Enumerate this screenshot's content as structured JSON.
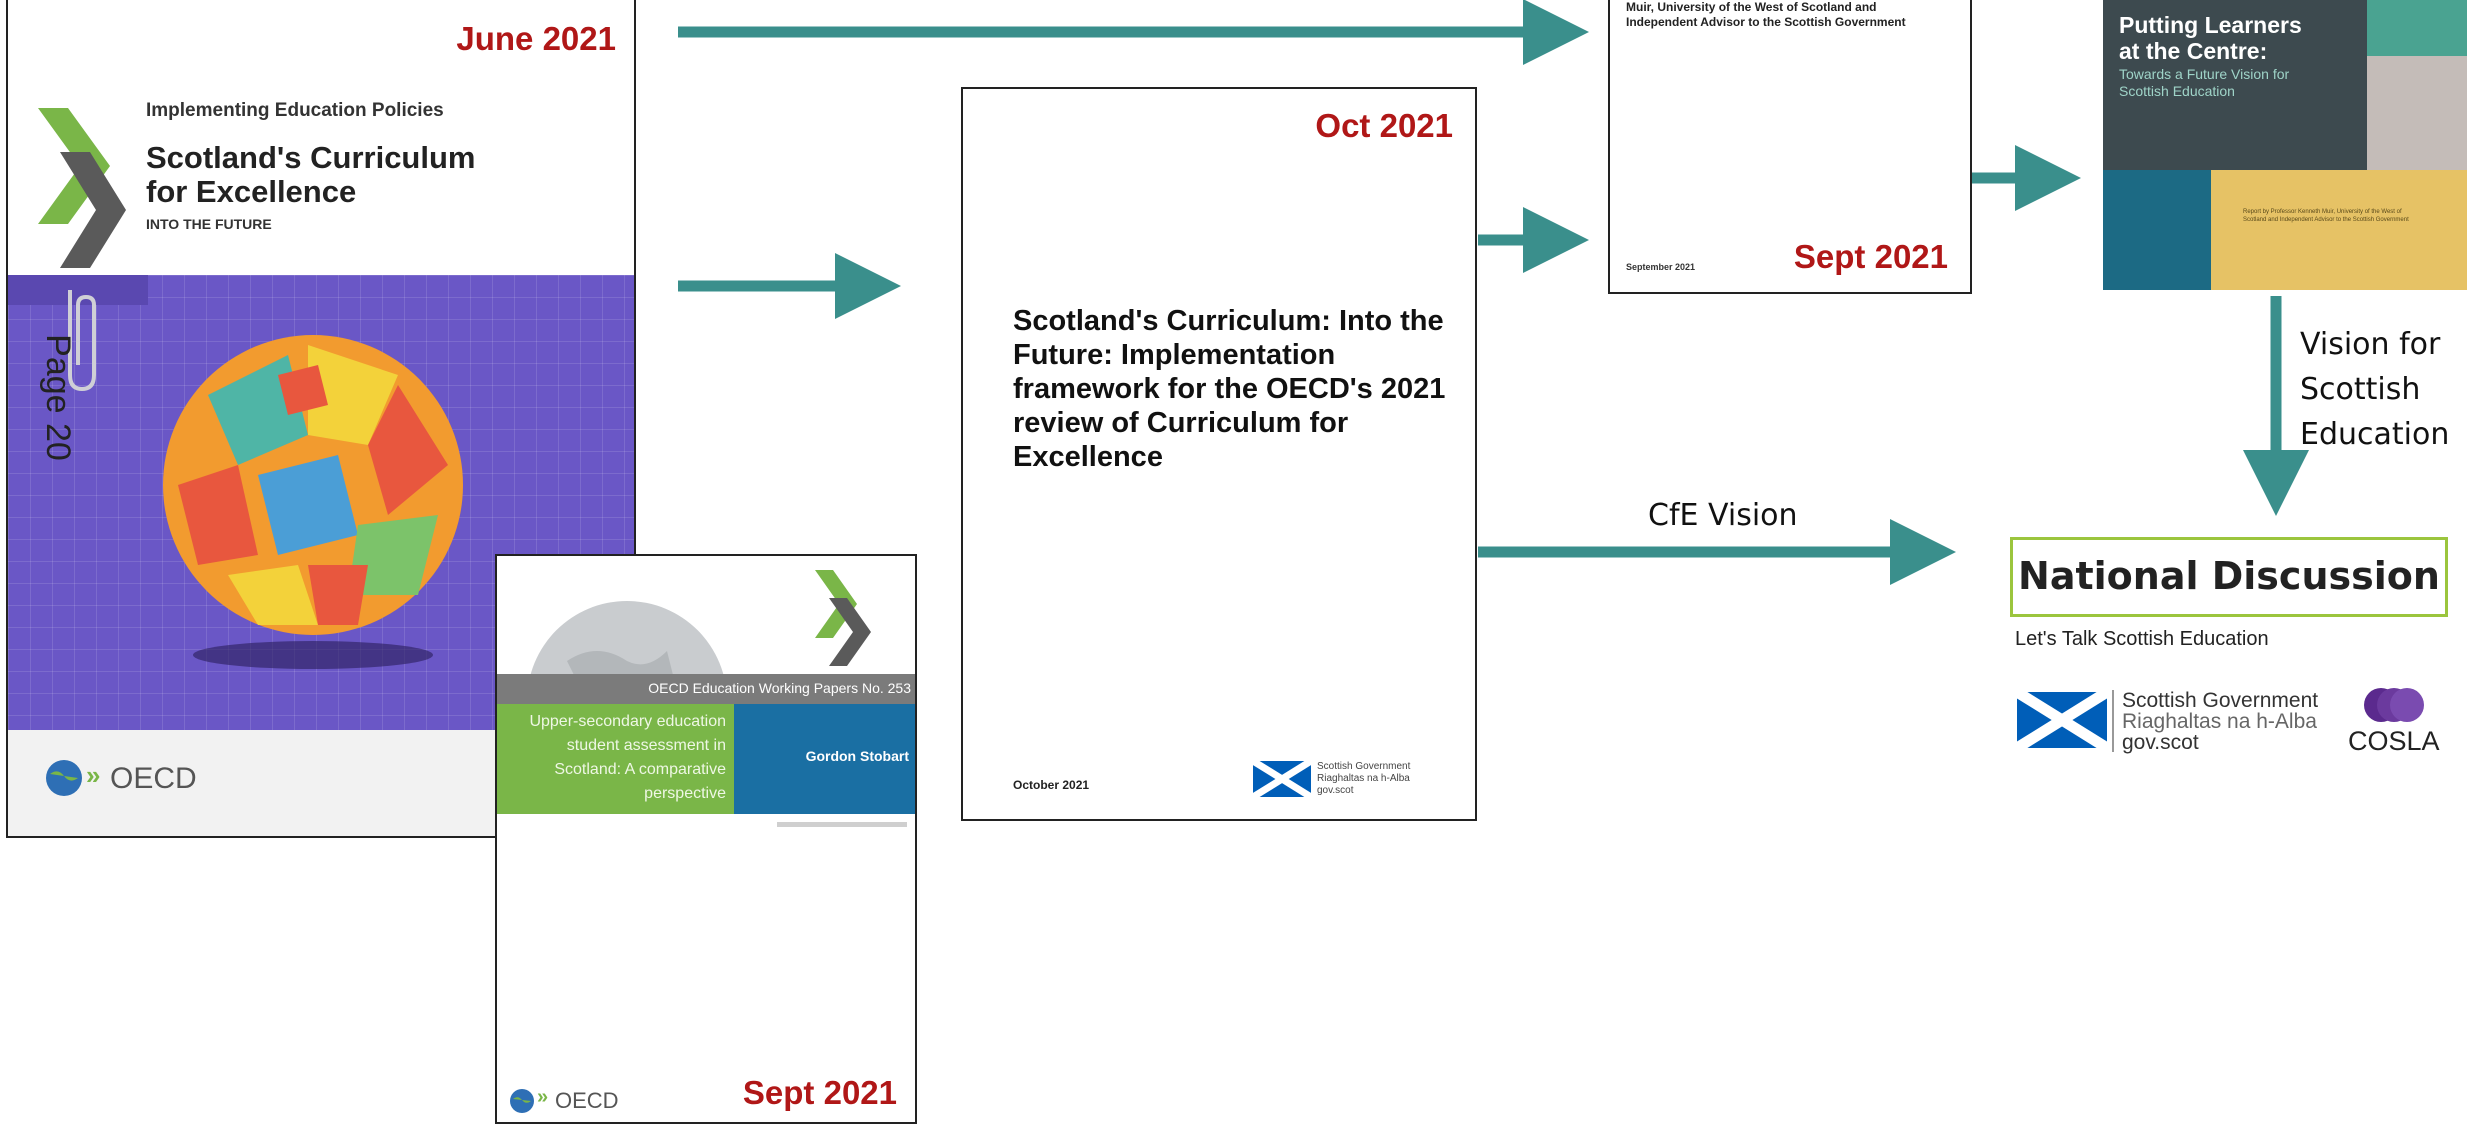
{
  "oecd_review": {
    "date": "June 2021",
    "series": "Implementing Education Policies",
    "title_line1": "Scotland's Curriculum",
    "title_line2": "for Excellence",
    "subtitle": "INTO THE FUTURE",
    "publisher": "OECD",
    "side_label": "Page 20"
  },
  "working_paper": {
    "date": "Sept 2021",
    "series": "OECD Education Working Papers No. 253",
    "title": "Upper-secondary education student assessment in Scotland: A comparative perspective",
    "author": "Gordon Stobart",
    "publisher": "OECD"
  },
  "framework": {
    "date": "Oct 2021",
    "title": "Scotland's Curriculum: Into the Future: Implementation framework for the OECD's 2021 review of Curriculum for Excellence",
    "footer_date": "October 2021",
    "publisher_line1": "Scottish Government",
    "publisher_line2": "Riaghaltas na h-Alba",
    "publisher_line3": "gov.scot"
  },
  "muir_consultation": {
    "date": "Sept 2021",
    "text": "Muir, University of the West of Scotland and Independent Advisor to the Scottish Government",
    "footer_date": "September 2021"
  },
  "muir_report": {
    "title_line1": "Putting Learners",
    "title_line2": "at the Centre:",
    "subtitle": "Towards a Future Vision for Scottish Education",
    "report_by": "Report by Professor Kenneth Muir, University of the West of Scotland and Independent Advisor to the Scottish Government"
  },
  "labels": {
    "vision": "Vision for Scottish Education",
    "cfe_vision": "CfE Vision"
  },
  "national": {
    "title": "National Discussion",
    "tagline": "Let's Talk Scottish Education",
    "gov_line1": "Scottish Government",
    "gov_line2": "Riaghaltas na h-Alba",
    "gov_line3": "gov.scot",
    "cosla": "COSLA"
  },
  "colors": {
    "arrow": "#3a8f8c",
    "date_red": "#b01717",
    "national_border": "#9bc53d",
    "oecd_green": "#7ab648",
    "saltire_blue": "#005eb8",
    "cosla_purple": "#5b2a8e"
  }
}
